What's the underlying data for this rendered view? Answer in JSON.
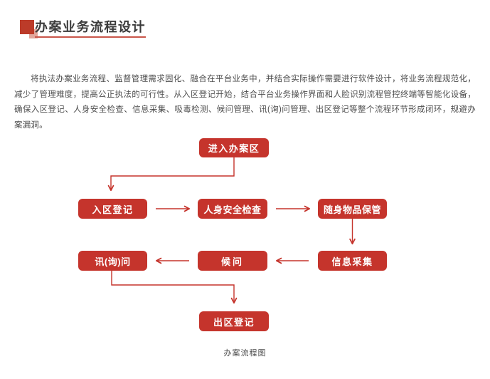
{
  "page": {
    "title": "办案业务流程设计",
    "paragraph": "将执法办案业务流程、监督管理需求固化、融合在平台业务中，并结合实际操作需要进行软件设计，将业务流程规范化，减少了管理难度，提高公正执法的可行性。从入区登记开始，结合平台业务操作界面和人脸识别流程管控终端等智能化设备，确保入区登记、人身安全检查、信息采集、吸毒检测、候问管理、讯(询)问管理、出区登记等整个流程环节形成闭环，规避办案漏洞。",
    "caption": "办案流程图"
  },
  "colors": {
    "accent_red": "#c5342c",
    "marker_dark_red": "#bc3b29",
    "marker_light_red": "#e2a79c",
    "title_text": "#3b3b3b",
    "body_text": "#4d4d4d"
  },
  "flowchart": {
    "nodes": [
      {
        "id": "enter-area",
        "label": "进入办案区"
      },
      {
        "id": "entry-register",
        "label": "入区登记"
      },
      {
        "id": "safety-check",
        "label": "人身安全检查"
      },
      {
        "id": "belongings-store",
        "label": "随身物品保管"
      },
      {
        "id": "interrogation",
        "label": "讯(询)问"
      },
      {
        "id": "waiting",
        "label": "候问"
      },
      {
        "id": "info-collect",
        "label": "信息采集"
      },
      {
        "id": "exit-register",
        "label": "出区登记"
      }
    ],
    "edges": [
      "进入办案区→入区登记",
      "入区登记→人身安全检查",
      "人身安全检查→随身物品保管",
      "随身物品保管→信息采集",
      "信息采集→候问",
      "候问→讯(询)问",
      "讯(询)问→出区登记"
    ]
  }
}
